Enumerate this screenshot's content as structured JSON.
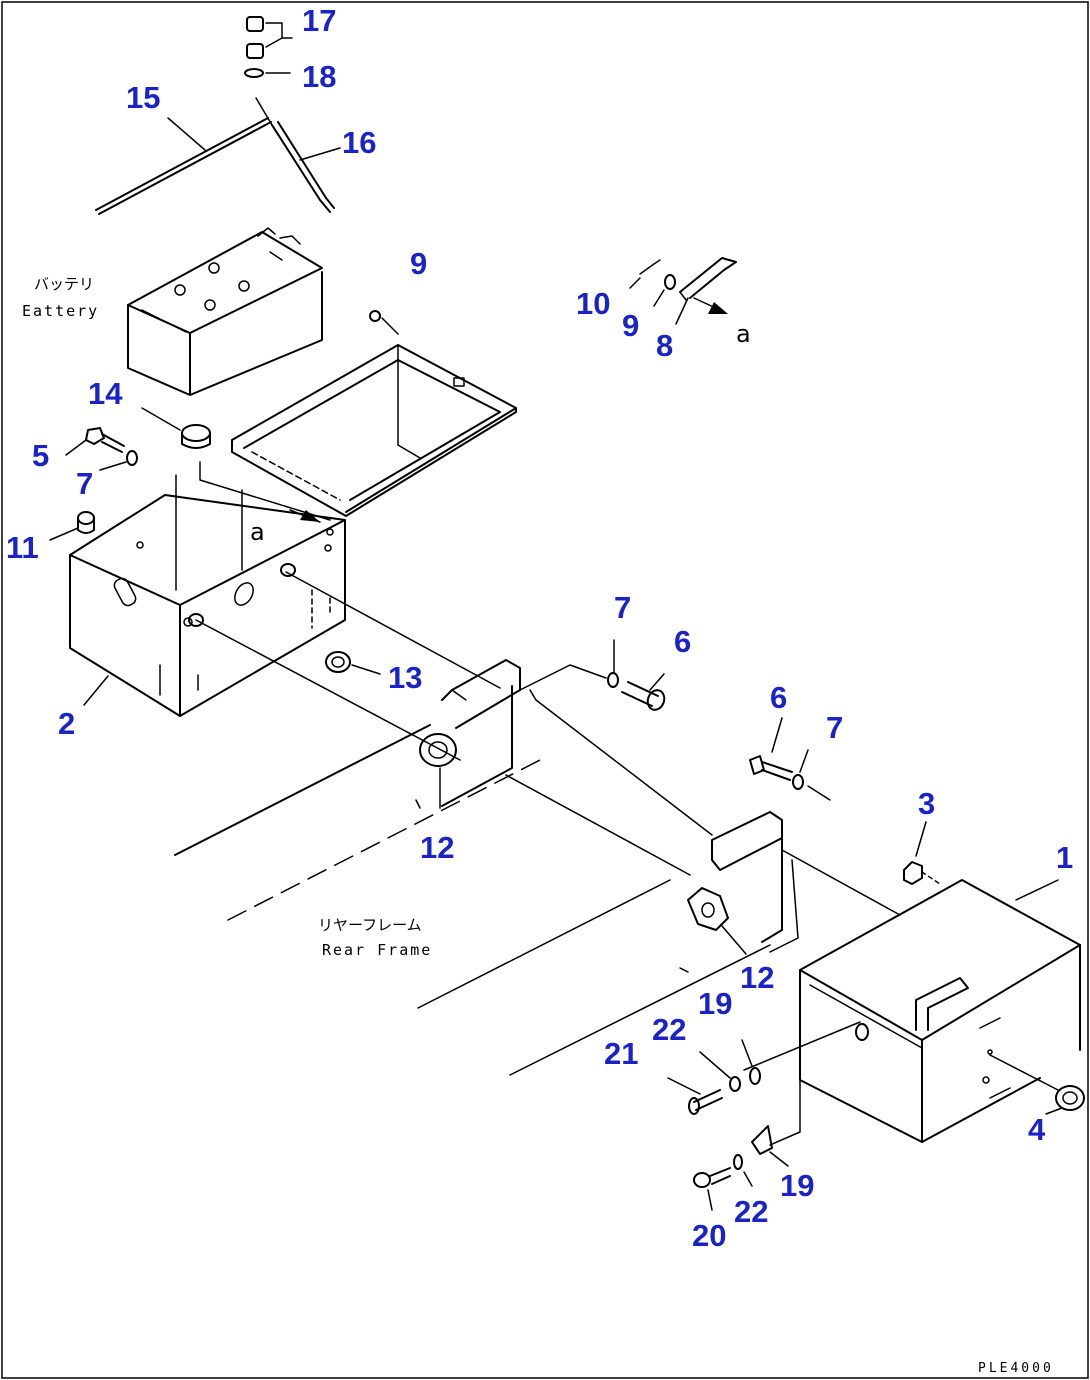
{
  "labels": {
    "battery_jp": "バッテリ",
    "battery_en": "Eattery",
    "rear_frame_jp": "リヤーフレーム",
    "rear_frame_en": "Rear Frame",
    "view_a": "a",
    "drawing_code": "PLE4000"
  },
  "callouts": [
    {
      "id": "c17",
      "text": "17"
    },
    {
      "id": "c18",
      "text": "18"
    },
    {
      "id": "c15",
      "text": "15"
    },
    {
      "id": "c16",
      "text": "16"
    },
    {
      "id": "c9a",
      "text": "9"
    },
    {
      "id": "c10",
      "text": "10"
    },
    {
      "id": "c9b",
      "text": "9"
    },
    {
      "id": "c8",
      "text": "8"
    },
    {
      "id": "c14",
      "text": "14"
    },
    {
      "id": "c5",
      "text": "5"
    },
    {
      "id": "c7a",
      "text": "7"
    },
    {
      "id": "c11",
      "text": "11"
    },
    {
      "id": "c13",
      "text": "13"
    },
    {
      "id": "c2",
      "text": "2"
    },
    {
      "id": "c12a",
      "text": "12"
    },
    {
      "id": "c7b",
      "text": "7"
    },
    {
      "id": "c6a",
      "text": "6"
    },
    {
      "id": "c6b",
      "text": "6"
    },
    {
      "id": "c7c",
      "text": "7"
    },
    {
      "id": "c3",
      "text": "3"
    },
    {
      "id": "c1",
      "text": "1"
    },
    {
      "id": "c12b",
      "text": "12"
    },
    {
      "id": "c19a",
      "text": "19"
    },
    {
      "id": "c22a",
      "text": "22"
    },
    {
      "id": "c21",
      "text": "21"
    },
    {
      "id": "c4",
      "text": "4"
    },
    {
      "id": "c19b",
      "text": "19"
    },
    {
      "id": "c22b",
      "text": "22"
    },
    {
      "id": "c20",
      "text": "20"
    }
  ]
}
